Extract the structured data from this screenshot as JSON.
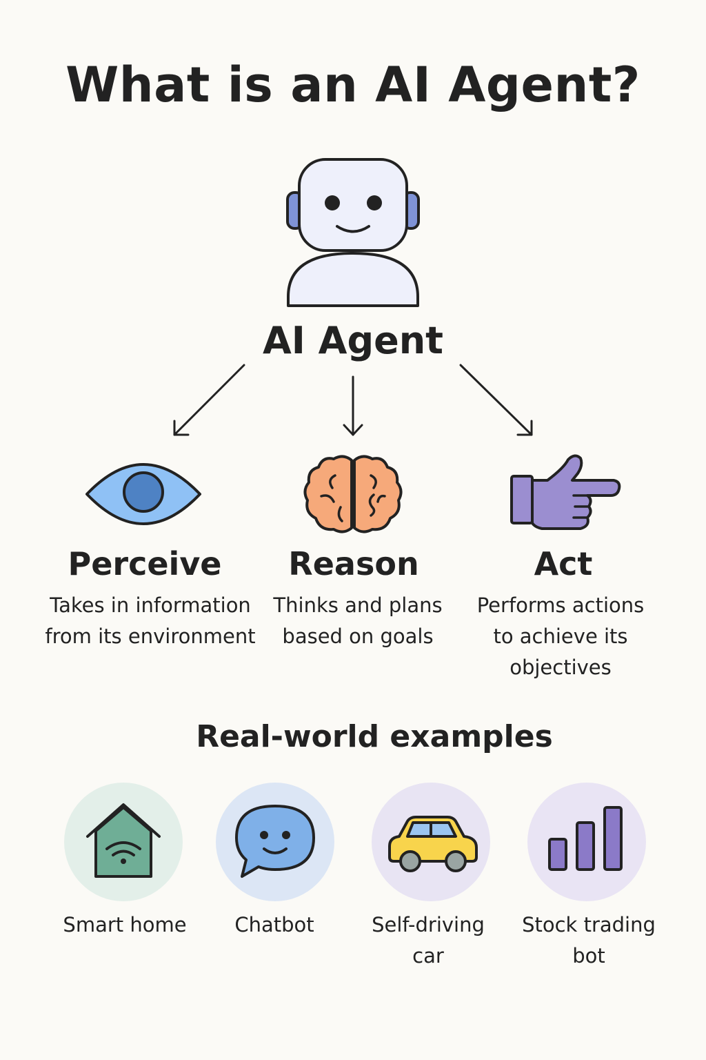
{
  "title": "What is an AI Agent?",
  "center": {
    "label": "AI Agent",
    "icon": "robot-icon"
  },
  "steps": [
    {
      "heading": "Perceive",
      "description_lines": [
        "Takes in information",
        "from its environment"
      ],
      "icon": "eye-icon",
      "color": "#8fc1f5"
    },
    {
      "heading": "Reason",
      "description_lines": [
        "Thinks and plans",
        "based on goals"
      ],
      "icon": "brain-icon",
      "color": "#f6a97a"
    },
    {
      "heading": "Act",
      "description_lines": [
        "Performs actions",
        "to achieve its",
        "objectives"
      ],
      "icon": "pointing-hand-icon",
      "color": "#9b8ed0"
    }
  ],
  "examples": {
    "title": "Real-world examples",
    "items": [
      {
        "label_lines": [
          "Smart home"
        ],
        "icon": "smart-home-icon",
        "bg": "#e3efe9",
        "color": "#6fae96"
      },
      {
        "label_lines": [
          "Chatbot"
        ],
        "icon": "chat-bubble-icon",
        "bg": "#dce6f5",
        "color": "#7fb0e8"
      },
      {
        "label_lines": [
          "Self-driving",
          "car"
        ],
        "icon": "car-icon",
        "bg": "#e8e4f3",
        "color": "#f8d44c"
      },
      {
        "label_lines": [
          "Stock trading",
          "bot"
        ],
        "icon": "bar-chart-icon",
        "bg": "#e9e4f4",
        "color": "#8b7ac8"
      }
    ]
  }
}
